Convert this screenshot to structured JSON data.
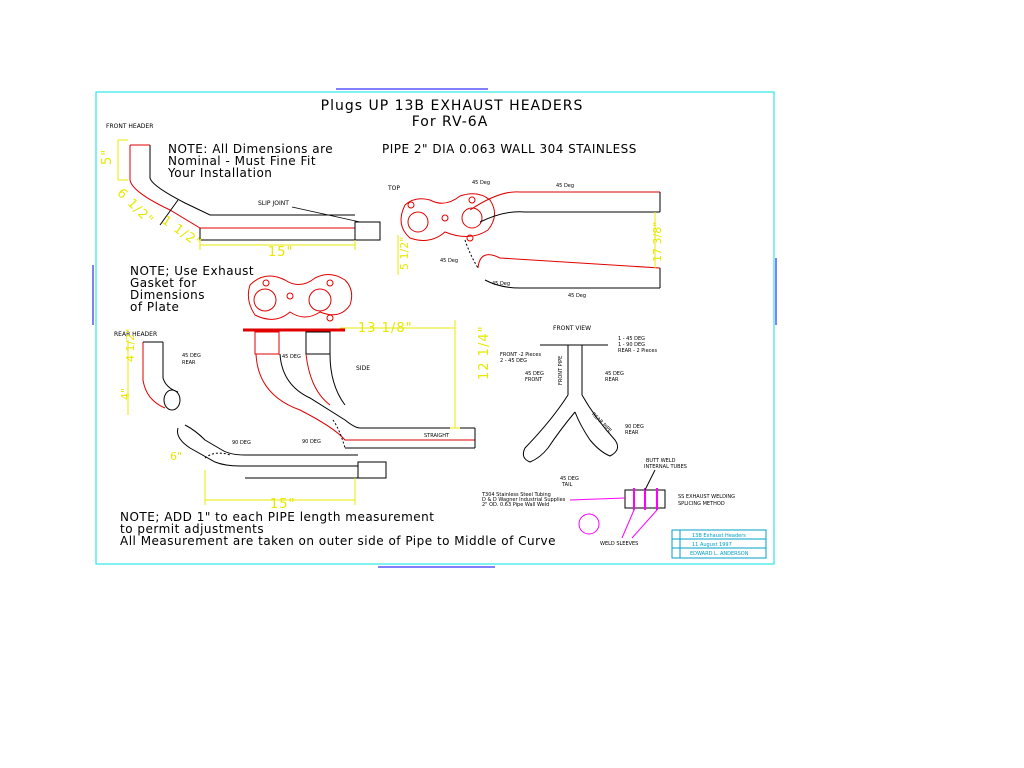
{
  "title": {
    "line1": "Plugs UP 13B EXHAUST HEADERS",
    "line2": "For RV-6A"
  },
  "notes": {
    "dimensions_1": "NOTE: All Dimensions are",
    "dimensions_2": "Nominal - Must Fine Fit",
    "dimensions_3": "Your Installation",
    "pipe_spec": "PIPE 2\" DIA 0.063 WALL 304 STAINLESS",
    "gasket_1": "NOTE; Use Exhaust",
    "gasket_2": "Gasket for",
    "gasket_3": "Dimensions",
    "gasket_4": "of Plate",
    "add_1": "NOTE; ADD 1\" to each PIPE length measurement",
    "add_2": "to permit adjustments",
    "add_3": "All Measurement are taken on outer side of Pipe to Middle of Curve"
  },
  "labels": {
    "front_header": "FRONT HEADER",
    "rear_header": "REAR HEADER",
    "slip_joint": "SLIP JOINT",
    "top": "TOP",
    "deg_45_a": "45 Deg",
    "deg_45_b": "45 Deg",
    "deg_45_c": "45 Deg",
    "deg_45_d": "45 Deg",
    "deg_45_e": "45 Deg",
    "side": "SIDE",
    "straight": "STRAIGHT",
    "deg_90_a": "90 DEG",
    "deg_90_b": "90 DEG",
    "deg_45_side": "45 DEG",
    "deg_45_rear_1": "45 DEG",
    "deg_45_rear_2": "REAR",
    "front_view": "FRONT VIEW",
    "pieces_1": "1 - 45 DEG",
    "pieces_2": "1 - 90 DEG",
    "pieces_3": "REAR - 2 Pieces",
    "front_pieces_1": "FRONT -2 Pieces",
    "front_pieces_2": "2 - 45 DEG",
    "fv_front_1": "45 DEG",
    "fv_front_2": "FRONT",
    "fv_rear_1": "45 DEG",
    "fv_rear_2": "REAR",
    "fv_rear2_1": "90 DEG",
    "fv_rear2_2": "REAR",
    "front_pipe": "FRONT PIPE",
    "rear_pipe": "REAR PIPE",
    "tail_1": "45 DEG",
    "tail_2": "TAIL",
    "butt_weld_1": "BUTT WELD",
    "butt_weld_2": "INTERNAL TUBES",
    "tubing_1": "T304 Stainless Steel Tubing",
    "tubing_2": "D & D Wagner Industrial Supplies",
    "tubing_3": "2\" OD. 0.63 Pipe Wall Weld",
    "ss_welding_1": "SS EXHAUST WELDING",
    "ss_welding_2": "SPLICING METHOD",
    "weld_sleeves": "WELD SLEEVES"
  },
  "dimensions": {
    "d5": "5\"",
    "d6_12": "6 1/2\"",
    "d1_12": "1 1/2\"",
    "d15_top": "15\"",
    "d5_12": "5 1/2\"",
    "d17_38": "17 3/8\"",
    "d13_18": "13 1/8\"",
    "d12_14": "12 1/4\"",
    "d4_12": "4 1/2\"",
    "d4": "4\"",
    "d6": "6\"",
    "d15_bottom": "15\""
  },
  "title_block": {
    "row1": "13B Exhaust Headers",
    "row2": "11 August 1997",
    "row3": "EDWARD L. ANDERSON"
  },
  "colors": {
    "border": "#00e0e0",
    "pipe": "#e00000",
    "dimension": "#e8e800",
    "magenta": "#ff00ff",
    "blue": "#0000ff"
  }
}
